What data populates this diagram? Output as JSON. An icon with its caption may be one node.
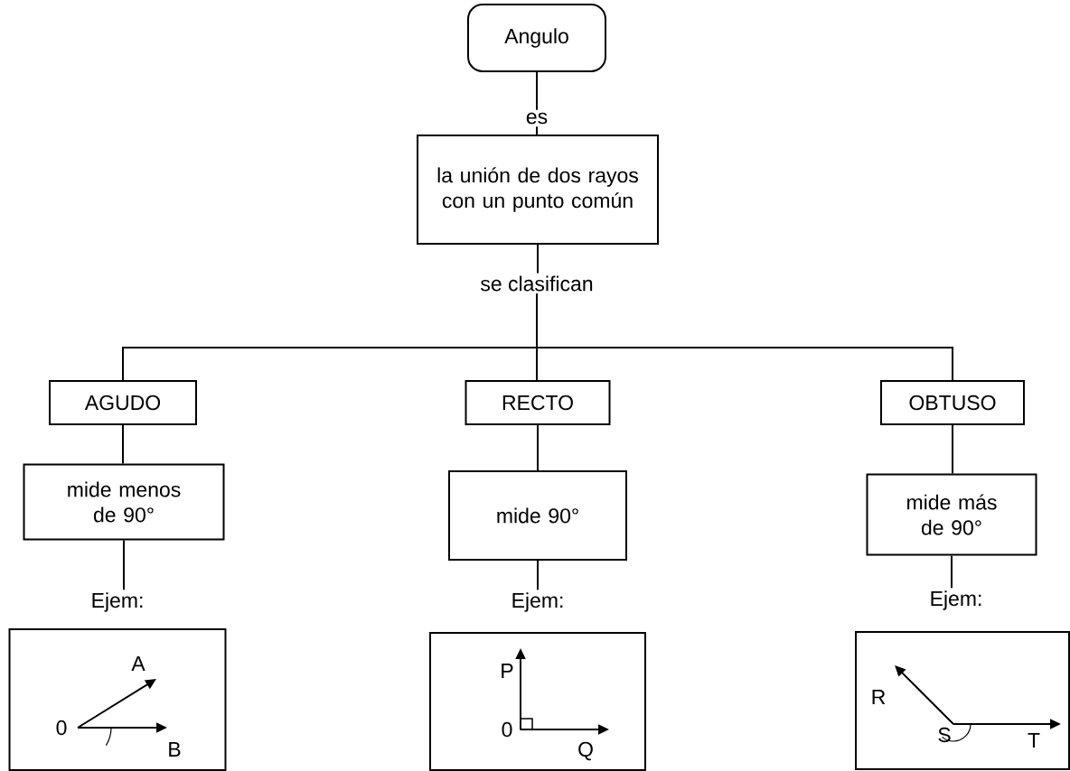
{
  "diagram": {
    "nodes": [
      {
        "text": [
          "Angulo"
        ]
      },
      {
        "text": [
          "es"
        ]
      },
      {
        "text": [
          "la unión de dos rayos con un punto común"
        ]
      },
      {
        "text": [
          "se clasifican"
        ]
      },
      {
        "text": [
          "AGUDO"
        ]
      },
      {
        "text": [
          "RECTO"
        ]
      },
      {
        "text": [
          "OBTUSO"
        ]
      },
      {
        "text": [
          "mide menos de 90°"
        ]
      },
      {
        "text": [
          "mide 90°"
        ]
      },
      {
        "text": [
          "mide más de 90°"
        ]
      },
      {
        "text": [
          "Ejem:"
        ]
      },
      {
        "text": [
          "Ejem:"
        ]
      },
      {
        "text": [
          "Ejem:"
        ]
      },
      {
        "text": [
          "A",
          "0",
          "B"
        ]
      },
      {
        "text": [
          "P",
          "0",
          "Q"
        ]
      },
      {
        "text": [
          "R",
          "S",
          "T"
        ]
      }
    ],
    "edges": [
      {
        "from": 0,
        "to": 1,
        "arrow": "none"
      },
      {
        "from": 1,
        "to": 2,
        "arrow": "none"
      },
      {
        "from": 2,
        "to": 3,
        "arrow": "none"
      },
      {
        "from": 3,
        "to": 4,
        "arrow": "none"
      },
      {
        "from": 3,
        "to": 5,
        "arrow": "none"
      },
      {
        "from": 3,
        "to": 6,
        "arrow": "none"
      },
      {
        "from": 4,
        "to": 7,
        "arrow": "none"
      },
      {
        "from": 5,
        "to": 8,
        "arrow": "none"
      },
      {
        "from": 6,
        "to": 9,
        "arrow": "none"
      },
      {
        "from": 7,
        "to": 10,
        "arrow": "none"
      },
      {
        "from": 8,
        "to": 11,
        "arrow": "none"
      },
      {
        "from": 9,
        "to": 12,
        "arrow": "none"
      }
    ]
  }
}
